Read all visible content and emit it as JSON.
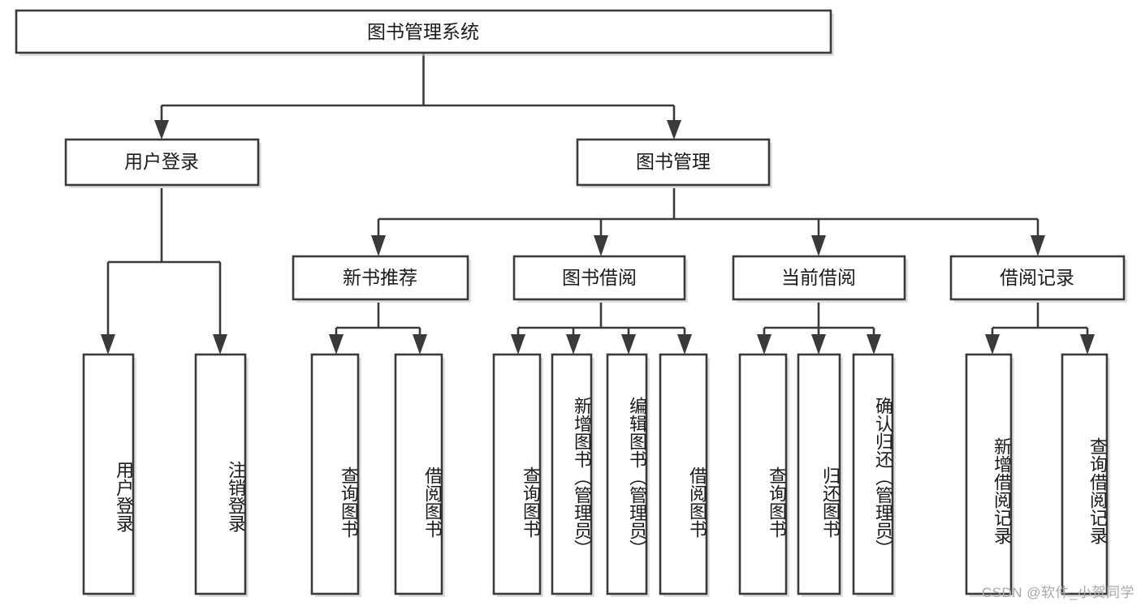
{
  "diagram": {
    "title": "图书管理系统",
    "type": "tree-hierarchy-diagram",
    "colors": {
      "stroke": "#3a3a3a",
      "fill": "#ffffff",
      "text": "#1a1a1a",
      "watermark": "#a8a8a8"
    },
    "root": {
      "label": "图书管理系统",
      "orientation": "horizontal"
    },
    "level2": [
      {
        "label": "用户登录",
        "orientation": "horizontal"
      },
      {
        "label": "图书管理",
        "orientation": "horizontal"
      }
    ],
    "level3": [
      {
        "label": "新书推荐",
        "orientation": "horizontal"
      },
      {
        "label": "图书借阅",
        "orientation": "horizontal"
      },
      {
        "label": "当前借阅",
        "orientation": "horizontal"
      },
      {
        "label": "借阅记录",
        "orientation": "horizontal"
      }
    ],
    "leaves": [
      {
        "label": "用户登录",
        "parent": "用户登录",
        "orientation": "vertical"
      },
      {
        "label": "注销登录",
        "parent": "用户登录",
        "orientation": "vertical"
      },
      {
        "label": "查询图书",
        "parent": "新书推荐",
        "orientation": "vertical"
      },
      {
        "label": "借阅图书",
        "parent": "新书推荐",
        "orientation": "vertical"
      },
      {
        "label": "查询图书",
        "parent": "图书借阅",
        "orientation": "vertical"
      },
      {
        "label": "新增图书（管理员）",
        "parent": "图书借阅",
        "orientation": "vertical"
      },
      {
        "label": "编辑图书（管理员）",
        "parent": "图书借阅",
        "orientation": "vertical"
      },
      {
        "label": "借阅图书",
        "parent": "图书借阅",
        "orientation": "vertical"
      },
      {
        "label": "查询图书",
        "parent": "当前借阅",
        "orientation": "vertical"
      },
      {
        "label": "归还图书",
        "parent": "当前借阅",
        "orientation": "vertical"
      },
      {
        "label": "确认归还（管理员）",
        "parent": "当前借阅",
        "orientation": "vertical"
      },
      {
        "label": "新增借阅记录",
        "parent": "借阅记录",
        "orientation": "vertical"
      },
      {
        "label": "查询借阅记录",
        "parent": "借阅记录",
        "orientation": "vertical"
      }
    ]
  },
  "watermark": {
    "text": "CSDN @软件_小贺同学"
  }
}
